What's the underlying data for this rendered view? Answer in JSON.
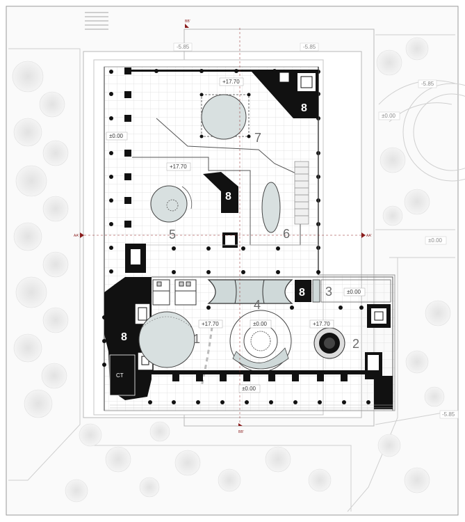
{
  "plan": {
    "section_marks": {
      "left": "AA'",
      "right": "AA'",
      "top": "BB'",
      "bottom": "BB'"
    },
    "levels": {
      "outer_top_left": "-5.85",
      "outer_top_right": "-5.85",
      "outer_right": "-5.85",
      "outer_bottom_right": "-5.85",
      "west_terrace": "±0.00",
      "east_plaza_1": "±0.00",
      "east_plaza_2": "±0.00",
      "upper_north": "+17.70",
      "upper_mid": "+17.70",
      "ground_zone3": "±0.00",
      "hall_left": "+17.70",
      "hall_center": "±0.00",
      "hall_right": "+17.70",
      "south_entrance": "±0.00"
    },
    "zones": {
      "z1": "1",
      "z2": "2",
      "z3": "3",
      "z4": "4",
      "z5": "5",
      "z6": "6",
      "z7": "7",
      "core_ne": "8",
      "core_mid": "8",
      "core_east": "8",
      "core_west": "8"
    },
    "room_labels": {
      "ct": "CT"
    },
    "colors": {
      "wall": "#111111",
      "grid": "#d9d9d9",
      "glass": "#cfd9d9",
      "section_mark": "#8a1d1d",
      "tree": "#eaeaea"
    }
  }
}
